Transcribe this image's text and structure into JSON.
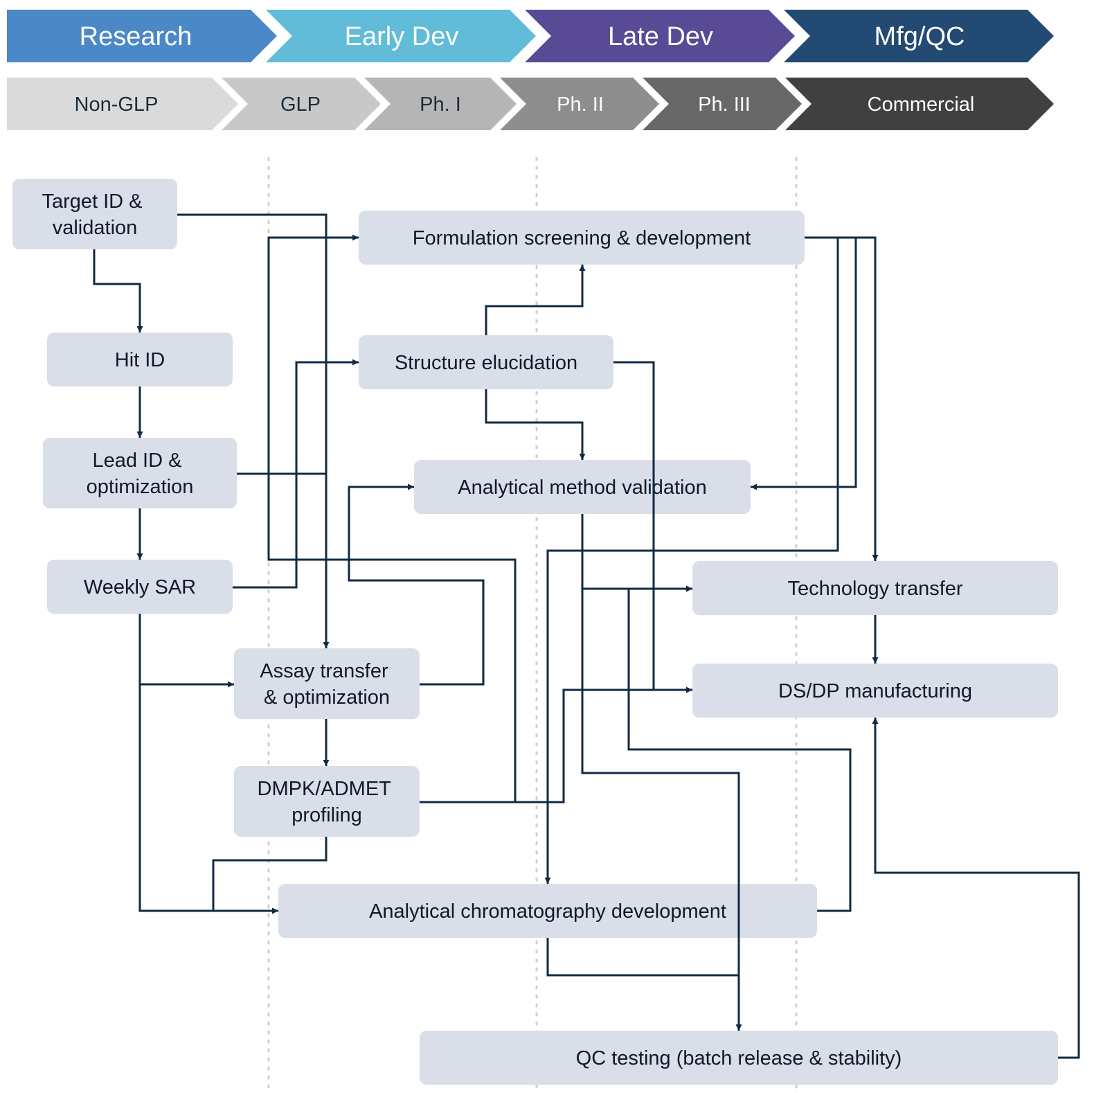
{
  "phases": [
    {
      "label": "Research",
      "color": "#4a88c7"
    },
    {
      "label": "Early Dev",
      "color": "#60bcd8"
    },
    {
      "label": "Late Dev",
      "color": "#594a96"
    },
    {
      "label": "Mfg/QC",
      "color": "#224a72"
    }
  ],
  "stages": [
    {
      "label": "Non-GLP",
      "color": "#dadada",
      "text_color": "#1c2b3c"
    },
    {
      "label": "GLP",
      "color": "#c8c8c8",
      "text_color": "#1c2b3c"
    },
    {
      "label": "Ph. I",
      "color": "#b5b5b5",
      "text_color": "#1c2b3c"
    },
    {
      "label": "Ph. II",
      "color": "#8e8e8e",
      "text_color": "#ffffff"
    },
    {
      "label": "Ph. III",
      "color": "#686868",
      "text_color": "#ffffff"
    },
    {
      "label": "Commercial",
      "color": "#404040",
      "text_color": "#ffffff"
    }
  ],
  "nodes": {
    "target_id": {
      "lines": [
        "Target ID &",
        "validation"
      ]
    },
    "hit_id": {
      "lines": [
        "Hit ID"
      ]
    },
    "lead_id": {
      "lines": [
        "Lead ID &",
        "optimization"
      ]
    },
    "weekly_sar": {
      "lines": [
        "Weekly SAR"
      ]
    },
    "formulation": {
      "lines": [
        "Formulation screening & development"
      ]
    },
    "structure": {
      "lines": [
        "Structure elucidation"
      ]
    },
    "method_validation": {
      "lines": [
        "Analytical method validation"
      ]
    },
    "tech_transfer": {
      "lines": [
        "Technology transfer"
      ]
    },
    "dsdp": {
      "lines": [
        "DS/DP manufacturing"
      ]
    },
    "assay": {
      "lines": [
        "Assay transfer",
        "& optimization"
      ]
    },
    "dmpk": {
      "lines": [
        "DMPK/ADMET",
        "profiling"
      ]
    },
    "chromatography": {
      "lines": [
        "Analytical chromatography development"
      ]
    },
    "qc": {
      "lines": [
        "QC testing (batch release & stability)"
      ]
    }
  },
  "colors": {
    "node_fill": "#d9dee8",
    "line": "#102a43",
    "divider": "#cfcfcf"
  }
}
